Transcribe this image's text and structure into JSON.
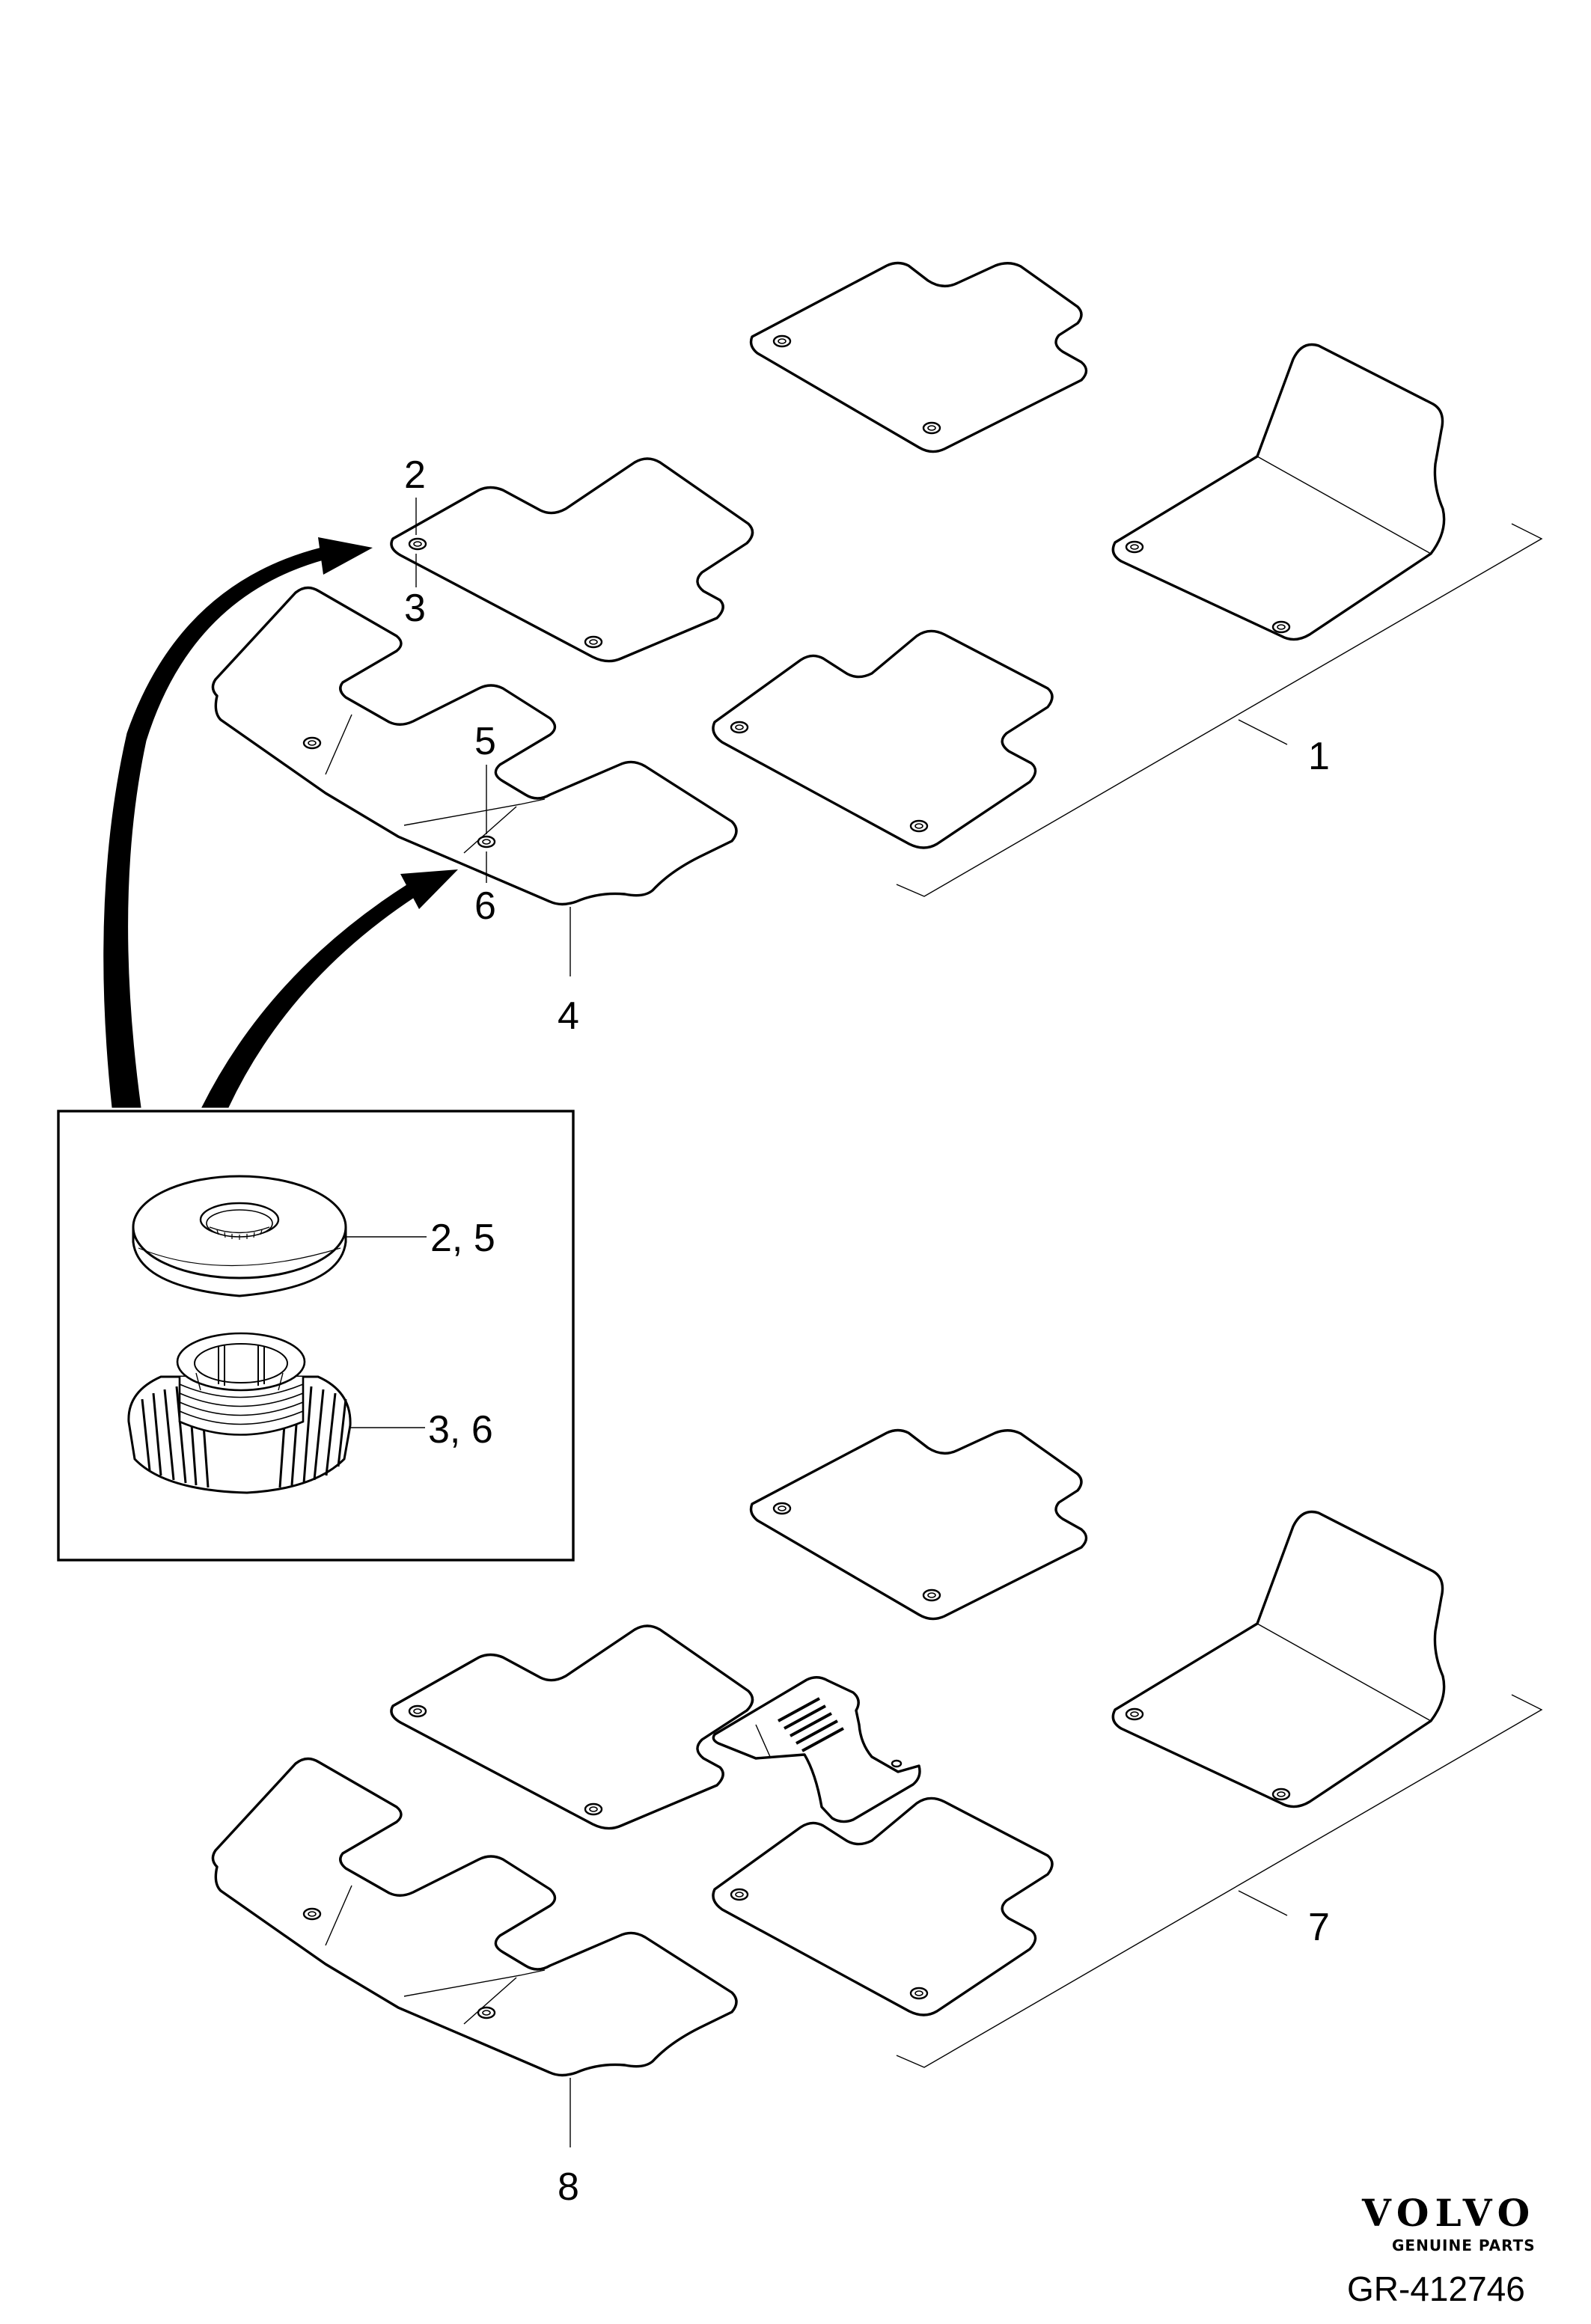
{
  "callouts": {
    "kit_1": "1",
    "clip_top_2": "2",
    "clip_bottom_3": "3",
    "rear_mat_4": "4",
    "clip_top_5": "5",
    "clip_bottom_6": "6",
    "kit_7": "7",
    "rear_mat_8": "8"
  },
  "inset": {
    "ring_label": "2, 5",
    "base_label": "3, 6"
  },
  "brand": {
    "logo": "VOLVO",
    "subtitle": "GENUINE PARTS"
  },
  "reference": "GR-412746",
  "colors": {
    "line": "#000000",
    "background": "#ffffff"
  }
}
